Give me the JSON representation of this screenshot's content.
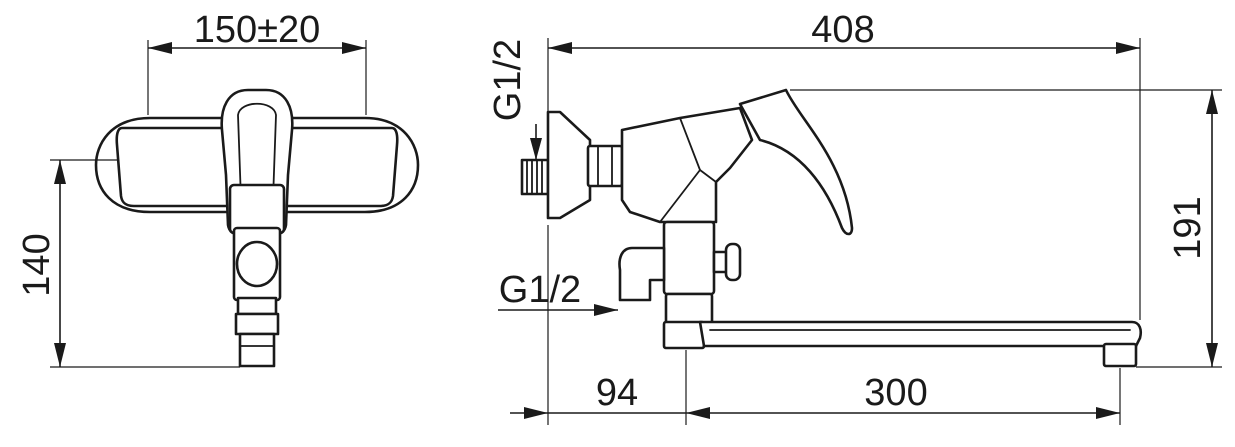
{
  "labels": {
    "front_width": "150±20",
    "front_height": "140",
    "connection_top": "G1/2",
    "connection_bottom": "G1/2",
    "total_length": "408",
    "total_height": "191",
    "wall_offset": "94",
    "spout_length": "300"
  },
  "colors": {
    "line": "#1a1a1a",
    "background": "#ffffff"
  }
}
